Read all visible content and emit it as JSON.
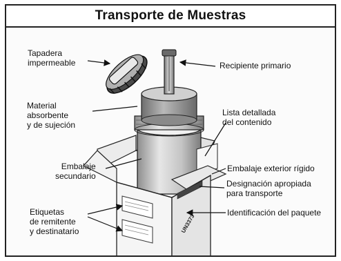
{
  "title": "Transporte de Muestras",
  "labels": {
    "lid": [
      "Tapadera",
      "impermeable"
    ],
    "primary": "Recipiente primario",
    "absorbent": [
      "Material",
      "absorbente",
      "y de sujeción"
    ],
    "list": [
      "Lista detallada",
      "del contenido"
    ],
    "secondary": [
      "Embalaje",
      "secundario"
    ],
    "outer": "Embalaje exterior rígido",
    "designation": [
      "Designación apropiada",
      "para transporte"
    ],
    "package_id": "Identificación del paquete",
    "address_labels": [
      "Etiquetas",
      "de remitente",
      "y destinatario"
    ]
  },
  "box_marking": "UN3373",
  "colors": {
    "border": "#222222",
    "cylinder": "#cfcfcf",
    "absorbent": "#9a9a9a",
    "lid": "#8c8c8c"
  }
}
